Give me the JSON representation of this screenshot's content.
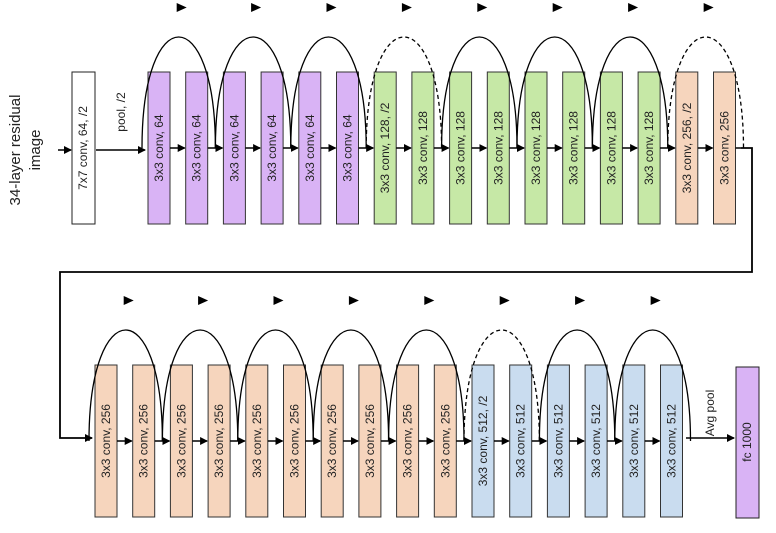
{
  "title": [
    "34-layer residual",
    "image"
  ],
  "input_block": {
    "label": "7x7 conv, 64, /2"
  },
  "pool_label": "pool, /2",
  "row1_blocks": [
    {
      "label": "3x3 conv, 64",
      "color": "#d9b3f5"
    },
    {
      "label": "3x3 conv, 64",
      "color": "#d9b3f5"
    },
    {
      "label": "3x3 conv, 64",
      "color": "#d9b3f5"
    },
    {
      "label": "3x3 conv, 64",
      "color": "#d9b3f5"
    },
    {
      "label": "3x3 conv, 64",
      "color": "#d9b3f5"
    },
    {
      "label": "3x3 conv, 64",
      "color": "#d9b3f5"
    },
    {
      "label": "3x3 conv, 128, /2",
      "color": "#c6e8a6"
    },
    {
      "label": "3x3 conv, 128",
      "color": "#c6e8a6"
    },
    {
      "label": "3x3 conv, 128",
      "color": "#c6e8a6"
    },
    {
      "label": "3x3 conv, 128",
      "color": "#c6e8a6"
    },
    {
      "label": "3x3 conv, 128",
      "color": "#c6e8a6"
    },
    {
      "label": "3x3 conv, 128",
      "color": "#c6e8a6"
    },
    {
      "label": "3x3 conv, 128",
      "color": "#c6e8a6"
    },
    {
      "label": "3x3 conv, 128",
      "color": "#c6e8a6"
    },
    {
      "label": "3x3 conv, 256, /2",
      "color": "#f6d5bd"
    },
    {
      "label": "3x3 conv, 256",
      "color": "#f6d5bd"
    }
  ],
  "row2_blocks": [
    {
      "label": "3x3 conv, 256",
      "color": "#f6d5bd"
    },
    {
      "label": "3x3 conv, 256",
      "color": "#f6d5bd"
    },
    {
      "label": "3x3 conv, 256",
      "color": "#f6d5bd"
    },
    {
      "label": "3x3 conv, 256",
      "color": "#f6d5bd"
    },
    {
      "label": "3x3 conv, 256",
      "color": "#f6d5bd"
    },
    {
      "label": "3x3 conv, 256",
      "color": "#f6d5bd"
    },
    {
      "label": "3x3 conv, 256",
      "color": "#f6d5bd"
    },
    {
      "label": "3x3 conv, 256",
      "color": "#f6d5bd"
    },
    {
      "label": "3x3 conv, 256",
      "color": "#f6d5bd"
    },
    {
      "label": "3x3 conv, 256",
      "color": "#f6d5bd"
    },
    {
      "label": "3x3 conv, 512, /2",
      "color": "#c9dcef"
    },
    {
      "label": "3x3 conv, 512",
      "color": "#c9dcef"
    },
    {
      "label": "3x3 conv, 512",
      "color": "#c9dcef"
    },
    {
      "label": "3x3 conv, 512",
      "color": "#c9dcef"
    },
    {
      "label": "3x3 conv, 512",
      "color": "#c9dcef"
    },
    {
      "label": "3x3 conv, 512",
      "color": "#c9dcef"
    }
  ],
  "avg_pool_label": "Avg pool",
  "fc_block": {
    "label": "fc 1000",
    "color": "#d9b3f5"
  },
  "row1_skips": [
    {
      "from": 0,
      "to": 2,
      "style": "solid"
    },
    {
      "from": 2,
      "to": 4,
      "style": "solid"
    },
    {
      "from": 4,
      "to": 6,
      "style": "solid"
    },
    {
      "from": 6,
      "to": 8,
      "style": "dashed"
    },
    {
      "from": 8,
      "to": 10,
      "style": "solid"
    },
    {
      "from": 10,
      "to": 12,
      "style": "solid"
    },
    {
      "from": 12,
      "to": 14,
      "style": "solid"
    },
    {
      "from": 14,
      "to": 16,
      "style": "dashed"
    }
  ],
  "row2_skips": [
    {
      "from": 0,
      "to": 2,
      "style": "solid"
    },
    {
      "from": 2,
      "to": 4,
      "style": "solid"
    },
    {
      "from": 4,
      "to": 6,
      "style": "solid"
    },
    {
      "from": 6,
      "to": 8,
      "style": "solid"
    },
    {
      "from": 8,
      "to": 10,
      "style": "solid"
    },
    {
      "from": 10,
      "to": 12,
      "style": "dashed"
    },
    {
      "from": 12,
      "to": 14,
      "style": "solid"
    },
    {
      "from": 14,
      "to": 16,
      "style": "solid"
    }
  ]
}
